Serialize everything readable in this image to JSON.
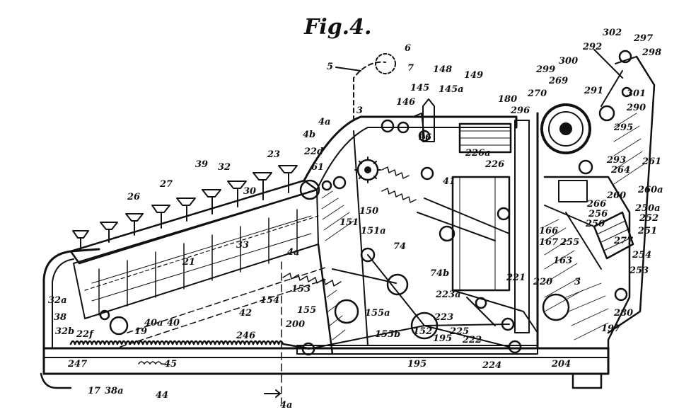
{
  "figure": {
    "title": "Fig.4.",
    "ink_color": "#111111",
    "paper_color": "#ffffff"
  },
  "callouts": [
    {
      "id": "c-6",
      "text": "6"
    },
    {
      "id": "c-7",
      "text": "7"
    },
    {
      "id": "c-5",
      "text": "5"
    },
    {
      "id": "c-148",
      "text": "148"
    },
    {
      "id": "c-149",
      "text": "149"
    },
    {
      "id": "c-145",
      "text": "145"
    },
    {
      "id": "c-145a",
      "text": "145a"
    },
    {
      "id": "c-146",
      "text": "146"
    },
    {
      "id": "c-180",
      "text": "180"
    },
    {
      "id": "c-296",
      "text": "296"
    },
    {
      "id": "c-302",
      "text": "302"
    },
    {
      "id": "c-297",
      "text": "297"
    },
    {
      "id": "c-298",
      "text": "298"
    },
    {
      "id": "c-292",
      "text": "292"
    },
    {
      "id": "c-300",
      "text": "300"
    },
    {
      "id": "c-299",
      "text": "299"
    },
    {
      "id": "c-269",
      "text": "269"
    },
    {
      "id": "c-270",
      "text": "270"
    },
    {
      "id": "c-291",
      "text": "291"
    },
    {
      "id": "c-301",
      "text": "301"
    },
    {
      "id": "c-290",
      "text": "290"
    },
    {
      "id": "c-295",
      "text": "295"
    },
    {
      "id": "c-261",
      "text": "261"
    },
    {
      "id": "c-293",
      "text": "293"
    },
    {
      "id": "c-264",
      "text": "264"
    },
    {
      "id": "c-260",
      "text": "260"
    },
    {
      "id": "c-260a",
      "text": "260a"
    },
    {
      "id": "c-266",
      "text": "266"
    },
    {
      "id": "c-250a",
      "text": "250a"
    },
    {
      "id": "c-252",
      "text": "252"
    },
    {
      "id": "c-256",
      "text": "256"
    },
    {
      "id": "c-250",
      "text": "250"
    },
    {
      "id": "c-251",
      "text": "251"
    },
    {
      "id": "c-277",
      "text": "277"
    },
    {
      "id": "c-255",
      "text": "255"
    },
    {
      "id": "c-254",
      "text": "254"
    },
    {
      "id": "c-253",
      "text": "253"
    },
    {
      "id": "c-280",
      "text": "280"
    },
    {
      "id": "c-197",
      "text": "197"
    },
    {
      "id": "c-204",
      "text": "204"
    },
    {
      "id": "c-3r",
      "text": "3"
    },
    {
      "id": "c-220",
      "text": "220"
    },
    {
      "id": "c-163",
      "text": "163"
    },
    {
      "id": "c-166",
      "text": "166"
    },
    {
      "id": "c-167",
      "text": "167"
    },
    {
      "id": "c-221",
      "text": "221"
    },
    {
      "id": "c-226",
      "text": "226"
    },
    {
      "id": "c-226a",
      "text": "226a"
    },
    {
      "id": "c-41",
      "text": "41"
    },
    {
      "id": "c-96",
      "text": "96"
    },
    {
      "id": "c-3",
      "text": "3"
    },
    {
      "id": "c-4a-top",
      "text": "4a"
    },
    {
      "id": "c-4b",
      "text": "4b"
    },
    {
      "id": "c-22d",
      "text": "22d"
    },
    {
      "id": "c-61",
      "text": "61"
    },
    {
      "id": "c-23",
      "text": "23"
    },
    {
      "id": "c-39",
      "text": "39"
    },
    {
      "id": "c-32",
      "text": "32"
    },
    {
      "id": "c-30",
      "text": "30"
    },
    {
      "id": "c-26",
      "text": "26"
    },
    {
      "id": "c-27",
      "text": "27"
    },
    {
      "id": "c-33",
      "text": "33"
    },
    {
      "id": "c-21",
      "text": "21"
    },
    {
      "id": "c-150",
      "text": "150"
    },
    {
      "id": "c-151",
      "text": "151"
    },
    {
      "id": "c-151a",
      "text": "151a"
    },
    {
      "id": "c-74",
      "text": "74"
    },
    {
      "id": "c-74b",
      "text": "74b"
    },
    {
      "id": "c-4a-mid",
      "text": "4a"
    },
    {
      "id": "c-153",
      "text": "153"
    },
    {
      "id": "c-154",
      "text": "154"
    },
    {
      "id": "c-155",
      "text": "155"
    },
    {
      "id": "c-42",
      "text": "42"
    },
    {
      "id": "c-223a",
      "text": "223a"
    },
    {
      "id": "c-223",
      "text": "223"
    },
    {
      "id": "c-155a",
      "text": "155a"
    },
    {
      "id": "c-152",
      "text": "152"
    },
    {
      "id": "c-225",
      "text": "225"
    },
    {
      "id": "c-222",
      "text": "222"
    },
    {
      "id": "c-200",
      "text": "200"
    },
    {
      "id": "c-155b",
      "text": "155b"
    },
    {
      "id": "c-195",
      "text": "195"
    },
    {
      "id": "c-195b",
      "text": "195"
    },
    {
      "id": "c-224",
      "text": "224"
    },
    {
      "id": "c-246",
      "text": "246"
    },
    {
      "id": "c-32a",
      "text": "32a"
    },
    {
      "id": "c-38",
      "text": "38"
    },
    {
      "id": "c-32b",
      "text": "32b"
    },
    {
      "id": "c-22f",
      "text": "22f"
    },
    {
      "id": "c-19",
      "text": "19"
    },
    {
      "id": "c-40a",
      "text": "40a"
    },
    {
      "id": "c-40",
      "text": "40"
    },
    {
      "id": "c-247",
      "text": "247"
    },
    {
      "id": "c-45",
      "text": "45"
    },
    {
      "id": "c-17",
      "text": "17"
    },
    {
      "id": "c-38a",
      "text": "38a"
    },
    {
      "id": "c-44",
      "text": "44"
    },
    {
      "id": "c-4a-bot",
      "text": "4a"
    }
  ]
}
